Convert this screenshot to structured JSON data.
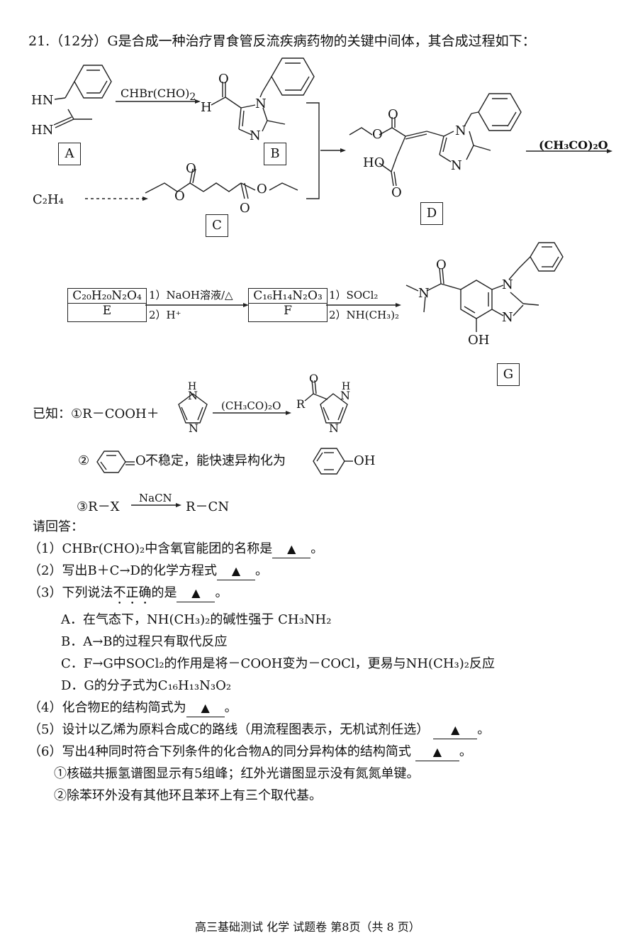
{
  "question": {
    "header": "21.（12分）G是合成一种治疗胃食管反流疾病药物的关键中间体，其合成过程如下："
  },
  "scheme": {
    "labels": {
      "A": "A",
      "B": "B",
      "C": "C",
      "D": "D",
      "E": "E",
      "F": "F",
      "G": "G"
    },
    "reagent_ab": "CHBr(CHO)",
    "reagent_ab_sub": "2",
    "ethylene": "C₂H₄",
    "reagent_d": "(CH₃CO)₂O",
    "formula_e": "C₂₀H₂₀N₂O₄",
    "formula_f": "C₁₆H₁₄N₂O₃",
    "reagent_ef_1": "1）NaOH溶液/△",
    "reagent_ef_2": "2）H⁺",
    "reagent_fg_1": "1）SOCl₂",
    "reagent_fg_2": "2）NH(CH₃)₂",
    "atoms": {
      "HN": "HN",
      "H": "H",
      "O": "O",
      "N": "N",
      "HO": "HO",
      "OH": "OH",
      "H_small": "H"
    }
  },
  "known": {
    "intro": "已知：",
    "r1_left": "①R－COOH＋",
    "r1_reagent": "(CH₃CO)₂O",
    "r1_R": "R",
    "r2_circle": "②",
    "r2_text": "不稳定，能快速异构化为",
    "r3_left": "③R－X",
    "r3_reagent": "NaCN",
    "r3_right": "R－CN"
  },
  "answers_intro": "请回答：",
  "q1": {
    "text": "（1）CHBr(CHO)₂中含氧官能团的名称是",
    "end": "。"
  },
  "q2": {
    "text": "（2）写出B＋C→D的化学方程式",
    "end": "。"
  },
  "q3": {
    "pre": "（3）下列说法",
    "emph": "不正确",
    "post": "的是",
    "end": "。"
  },
  "options": [
    "A．在气态下，NH(CH₃)₂的碱性强于 CH₃NH₂",
    "B．A→B的过程只有取代反应",
    "C．F→G中SOCl₂的作用是将－COOH变为－COCl，更易与NH(CH₃)₂反应",
    "D．G的分子式为C₁₆H₁₃N₃O₂"
  ],
  "q4": {
    "text": "（4）化合物E的结构简式为",
    "end": "。"
  },
  "q5": {
    "text": "（5）设计以乙烯为原料合成C的路线（用流程图表示，无机试剂任选）",
    "end": "。"
  },
  "q6": {
    "text": "（6）写出4种同时符合下列条件的化合物A的同分异构体的结构简式",
    "end": "。"
  },
  "conditions": [
    "①核磁共振氢谱图显示有5组峰；红外光谱图显示没有氮氮单键。",
    "②除苯环外没有其他环且苯环上有三个取代基。"
  ],
  "blank_mark": "▲",
  "footer": "高三基础测试 化学 试题卷 第8页（共 8 页）"
}
